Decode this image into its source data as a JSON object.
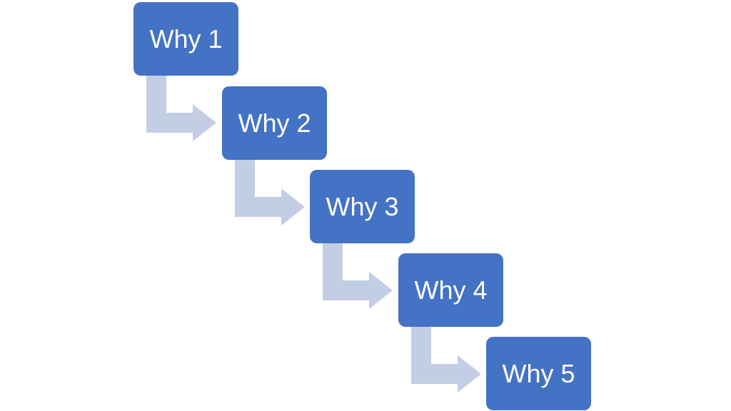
{
  "diagram": {
    "steps": [
      {
        "label": "Why 1"
      },
      {
        "label": "Why 2"
      },
      {
        "label": "Why 3"
      },
      {
        "label": "Why 4"
      },
      {
        "label": "Why 5"
      }
    ],
    "colors": {
      "box_fill": "#4472C4",
      "box_text": "#FFFFFF",
      "arrow_fill": "#C3CDE6"
    }
  }
}
